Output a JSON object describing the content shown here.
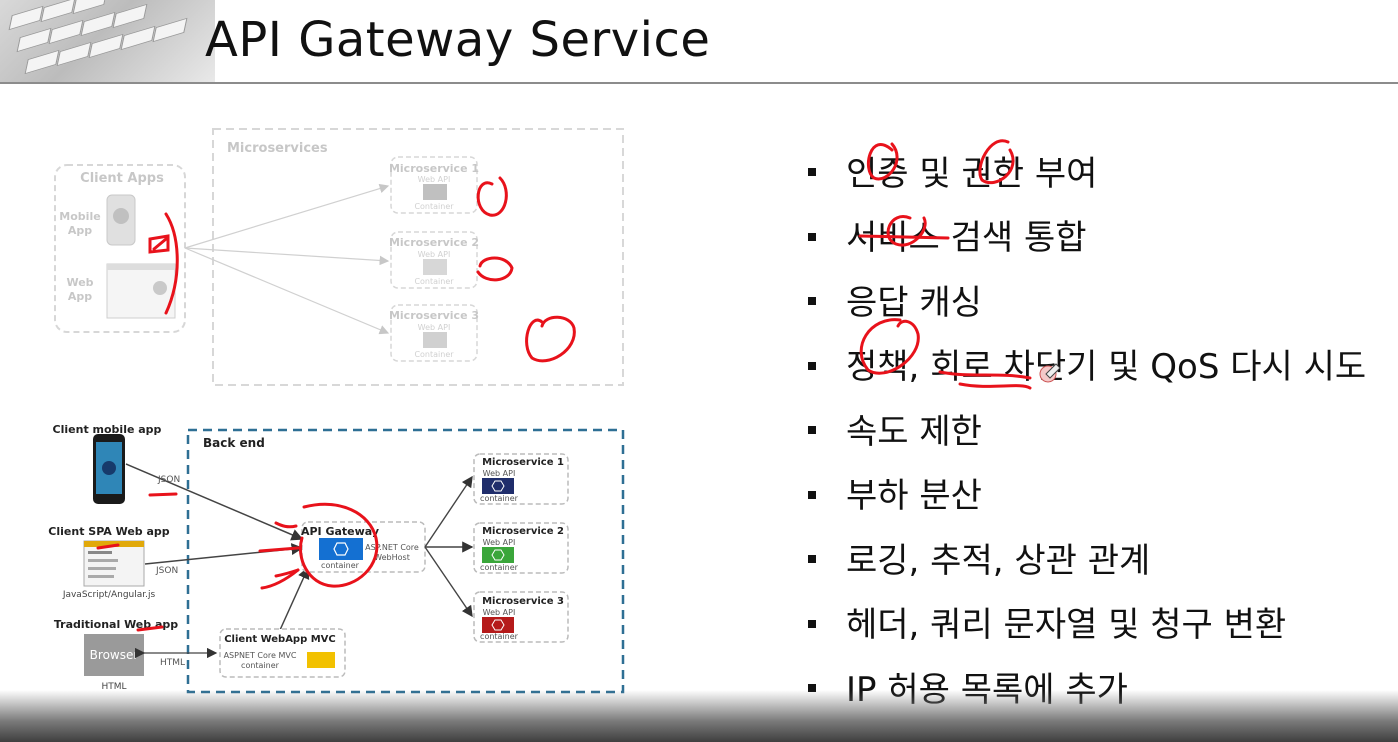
{
  "slide": {
    "title": "API Gateway Service",
    "bullets": [
      "인증 및 권한 부여",
      "서비스 검색 통합",
      "응답 캐싱",
      "정책, 회로 차단기 및 QoS 다시 시도",
      "속도 제한",
      "부하 분산",
      "로깅, 추적, 상관 관계",
      "헤더, 쿼리 문자열 및 청구 변환",
      "IP 허용 목록에 추가"
    ]
  },
  "top_diagram": {
    "client_apps": "Client Apps",
    "mobile_app": [
      "Mobile",
      "App"
    ],
    "web_app": [
      "Web",
      "App"
    ],
    "microservices": "Microservices",
    "services": [
      {
        "name": "Microservice 1",
        "web_api": "Web API",
        "container": "Container"
      },
      {
        "name": "Microservice 2",
        "web_api": "Web API",
        "container": "Container"
      },
      {
        "name": "Microservice 3",
        "web_api": "Web API",
        "container": "Container"
      }
    ]
  },
  "bottom_diagram": {
    "client_mobile_app": "Client mobile app",
    "client_spa_web_app": "Client SPA Web app",
    "spa_tech": "JavaScript/Angular.js",
    "traditional_web_app": "Traditional Web app",
    "browser": "Browser",
    "html_under_browser": "HTML",
    "html_arrow": "HTML",
    "json_1": "JSON",
    "json_2": "JSON",
    "backend": "Back end",
    "api_gateway": "API Gateway",
    "gateway_host": [
      "ASP.NET Core",
      "WebHost"
    ],
    "gateway_container": "container",
    "webapp_mvc": "Client WebApp MVC",
    "webapp_mvc_sub": [
      "ASPNET Core MVC",
      "container"
    ],
    "services": [
      {
        "name": "Microservice 1",
        "web_api": "Web API",
        "container": "container",
        "color": "#1f2d6b"
      },
      {
        "name": "Microservice 2",
        "web_api": "Web API",
        "container": "container",
        "color": "#3aa63a"
      },
      {
        "name": "Microservice 3",
        "web_api": "Web API",
        "container": "container",
        "color": "#b51a1a"
      }
    ]
  },
  "colors": {
    "annotation_red": "#e8121b",
    "backend_border": "#2e6f94",
    "gateway_blue": "#1470d2",
    "mvc_yellow": "#f2c100"
  }
}
